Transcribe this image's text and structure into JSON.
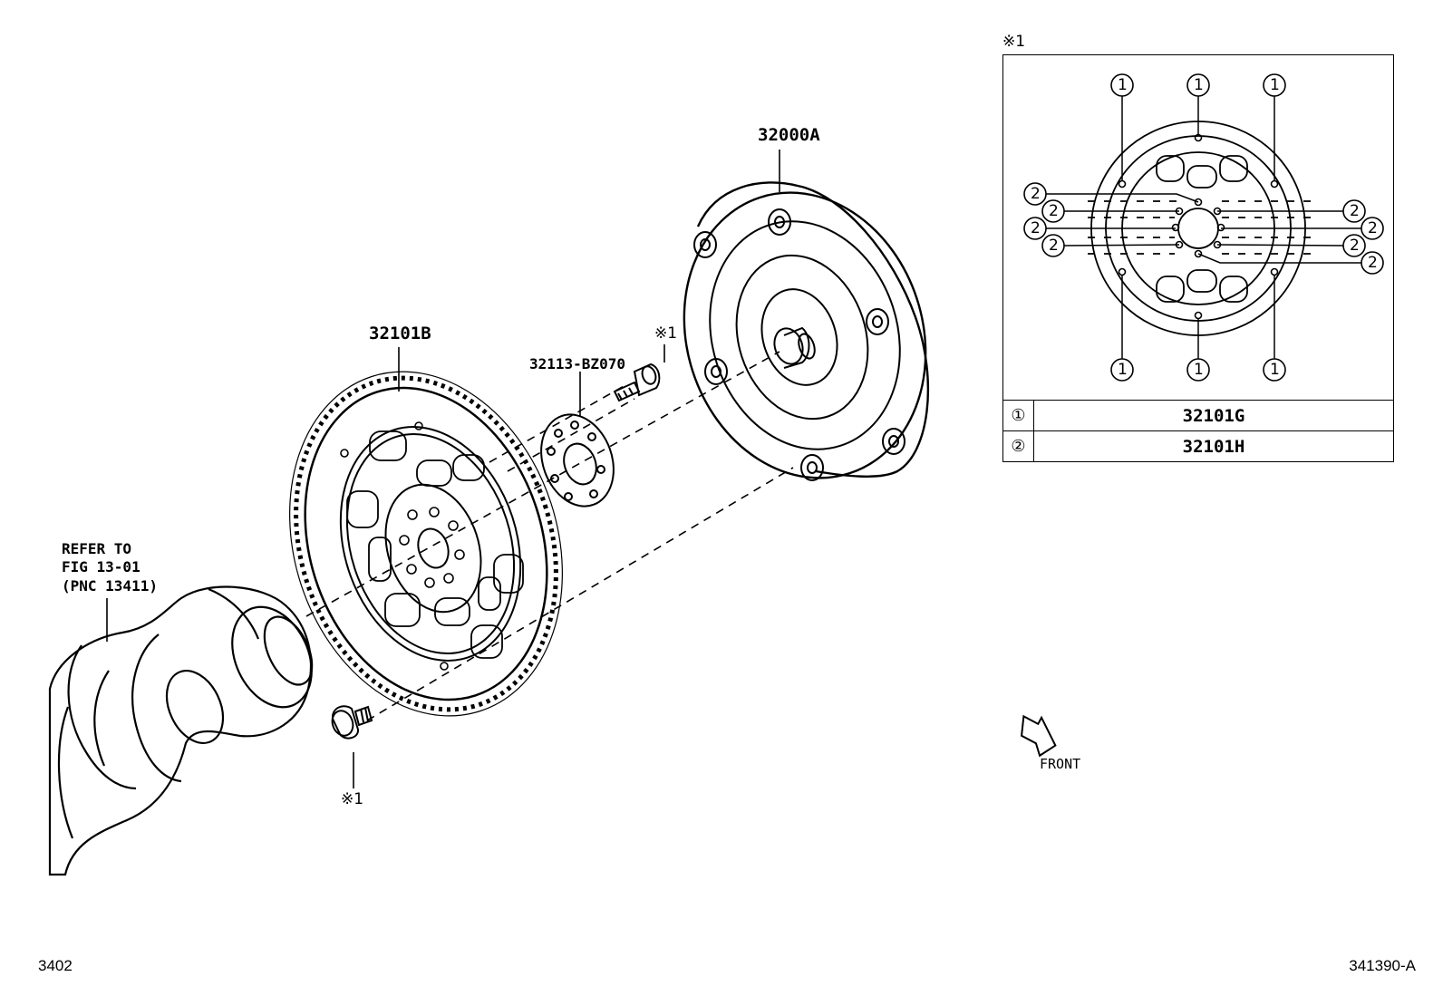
{
  "labels": {
    "converter": "32000A",
    "flywheel": "32101B",
    "spacer": "32113-BZ070",
    "refer_line1": "REFER TO",
    "refer_line2": "FIG 13-01",
    "refer_line3": "(PNC 13411)",
    "bolt_note_top": "※1",
    "bolt_note_bottom": "※1",
    "front": "FRONT"
  },
  "inset": {
    "title": "※1",
    "callout_1": "1",
    "callout_2": "2",
    "legend": [
      {
        "key": "①",
        "part": "32101G"
      },
      {
        "key": "②",
        "part": "32101H"
      }
    ]
  },
  "footer": {
    "left": "3402",
    "right": "341390-A"
  }
}
